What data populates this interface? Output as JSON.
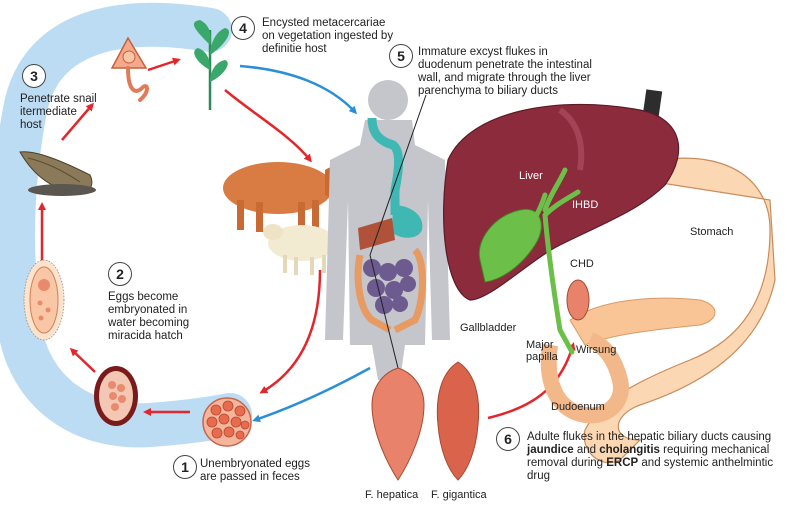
{
  "steps": [
    {
      "num": "1",
      "text": "Unembryonated eggs are passed in feces"
    },
    {
      "num": "2",
      "text": "Eggs become embryonated in water becoming miracida hatch"
    },
    {
      "num": "3",
      "text": "Penetrate snail itermediate host"
    },
    {
      "num": "4",
      "text": "Encysted metacercariae on vegetation ingested by definitie host"
    },
    {
      "num": "5",
      "text": "Immature excyst flukes in duodenum penetrate the intestinal wall, and migrate through the liver parenchyma to biliary ducts"
    },
    {
      "num": "6",
      "text_a": "Adulte flukes in the hepatic biliary ducts causing ",
      "bold_a": "jaundice",
      "text_b": " and ",
      "bold_b": "cholangitis",
      "text_c": " requiring mechanical removal during ",
      "bold_c": "ERCP",
      "text_d": " and systemic anthelmintic drug"
    }
  ],
  "anatomy": {
    "liver": "Liver",
    "ihbd": "IHBD",
    "stomach": "Stomach",
    "chd": "CHD",
    "gallbladder": "Gallbladder",
    "major_papilla": "Major papilla",
    "wirsung": "Wirsung",
    "duodenum": "Dudoenum"
  },
  "flukes": {
    "hepatica": "F. hepatica",
    "gigantica": "F. gigantica"
  },
  "colors": {
    "cycle_band": "#bcdcf3",
    "red_arrow": "#e3262b",
    "blue_arrow": "#2a8fd6",
    "liver": "#8b2b3c",
    "gallbladder": "#6cc04a",
    "stomach": "#fbd7b3",
    "fluke": "#e8826a"
  }
}
